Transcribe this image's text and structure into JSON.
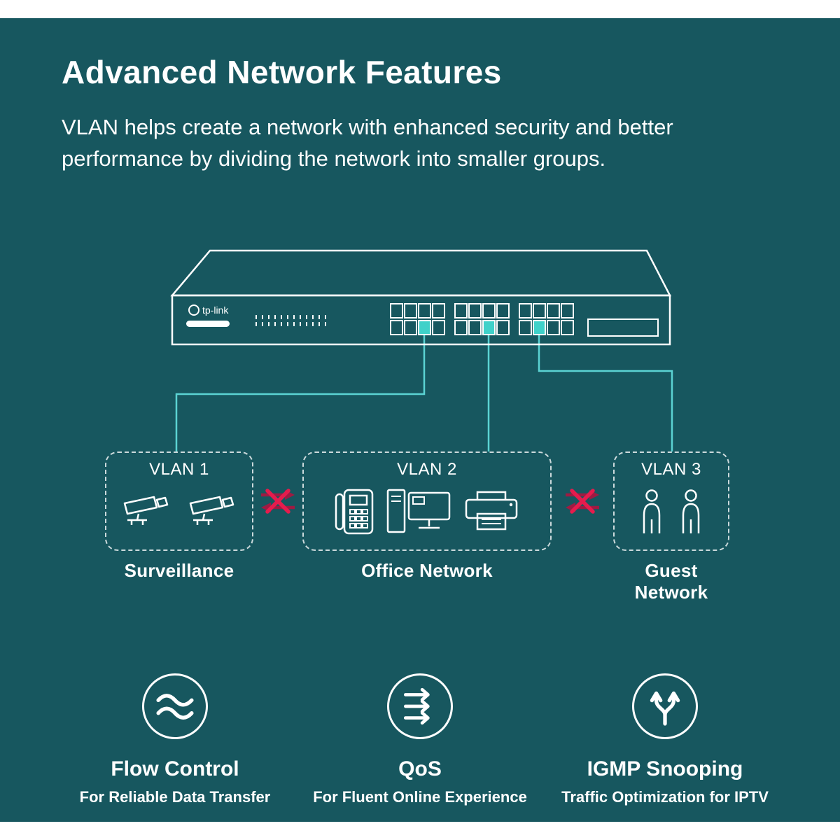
{
  "colors": {
    "background": "#17575f",
    "accent_cyan": "#3fd1c9",
    "line_cyan": "#5bd3d3",
    "white": "#ffffff",
    "blocked_x_red": "#e51c4d",
    "blocked_arrow_red": "#9e1b43"
  },
  "header": {
    "title": "Advanced Network Features",
    "subtitle": "VLAN helps create a network with enhanced security and better performance by dividing the network into smaller groups."
  },
  "switch": {
    "brand": "tp-link",
    "ports_total": 24,
    "highlighted_ports": 3
  },
  "vlans": [
    {
      "label": "VLAN 1",
      "caption": "Surveillance",
      "icons": [
        "cctv-camera-icon",
        "cctv-camera-icon"
      ]
    },
    {
      "label": "VLAN 2",
      "caption": "Office Network",
      "icons": [
        "desk-phone-icon",
        "desktop-pc-icon",
        "printer-icon"
      ]
    },
    {
      "label": "VLAN 3",
      "caption": "Guest Network",
      "icons": [
        "person-icon",
        "person-icon"
      ]
    }
  ],
  "blocked_links": [
    {
      "between": "VLAN 1 and VLAN 2",
      "icon": "blocked-traffic-icon"
    },
    {
      "between": "VLAN 2 and VLAN 3",
      "icon": "blocked-traffic-icon"
    }
  ],
  "features": [
    {
      "title": "Flow Control",
      "caption": "For Reliable Data Transfer",
      "icon": "waves-icon"
    },
    {
      "title": "QoS",
      "caption": "For Fluent Online Experience",
      "icon": "qos-arrows-icon"
    },
    {
      "title": "IGMP Snooping",
      "caption": "Traffic Optimization for IPTV",
      "icon": "branch-arrows-icon"
    }
  ]
}
